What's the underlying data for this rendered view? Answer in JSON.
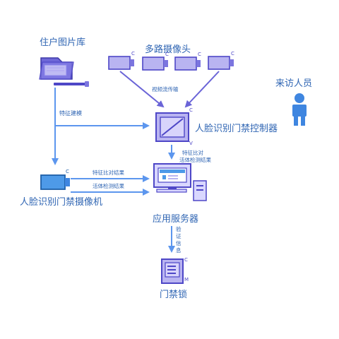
{
  "labels": {
    "photo_library": "住户图片库",
    "multi_camera": "多路摄像头",
    "visitor": "来访人员",
    "video_stream": "视频流传输",
    "feature_modeling": "特征建模",
    "controller": "人脸识别门禁控制器",
    "feature_compare_top": "特征比对",
    "liveness_top": "活体检测结果",
    "feature_compare_result": "特征比对结果",
    "liveness_result": "活体检测结果",
    "face_camera": "人脸识别门禁摄像机",
    "app_server": "应用服务器",
    "verify_signal": "验证信息",
    "door_lock": "门禁锁"
  },
  "markers": {
    "c": "C",
    "v": "V",
    "m": "M"
  },
  "colors": {
    "accent_blue": "#3f86e0",
    "label_blue": "#2f65b3",
    "camera_fill": "#b9b4f1",
    "camera_stroke": "#4e47c7",
    "folder_fill": "#6e67d7",
    "arrow_blue": "#5c96ee",
    "arrow_purple": "#6a64d7"
  }
}
